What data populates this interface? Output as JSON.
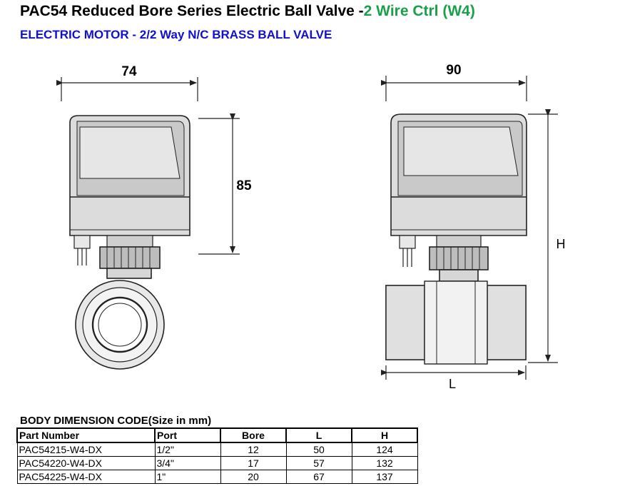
{
  "header": {
    "title_main": "PAC54 Reduced Bore Series Electric Ball Valve -",
    "title_accent": "2 Wire Ctrl (W4)",
    "subtitle": "ELECTRIC MOTOR - 2/2 Way N/C BRASS BALL VALVE"
  },
  "drawing": {
    "front_width": "74",
    "front_height": "85",
    "side_width": "90",
    "side_height": "H",
    "side_length": "L"
  },
  "table": {
    "caption": "BODY DIMENSION CODE(Size in mm)",
    "headers": [
      "Part Number",
      "Port",
      "Bore",
      "L",
      "H"
    ],
    "rows": [
      [
        "PAC54215-W4-DX",
        "1/2\"",
        "12",
        "50",
        "124"
      ],
      [
        "PAC54220-W4-DX",
        "3/4\"",
        "17",
        "57",
        "132"
      ],
      [
        "PAC54225-W4-DX",
        "1\"",
        "20",
        "67",
        "137"
      ]
    ]
  },
  "colors": {
    "accent_green": "#1aa04a",
    "subtitle_blue": "#1010d0",
    "motor_fill": "#d9d9d9",
    "line": "#222222"
  }
}
